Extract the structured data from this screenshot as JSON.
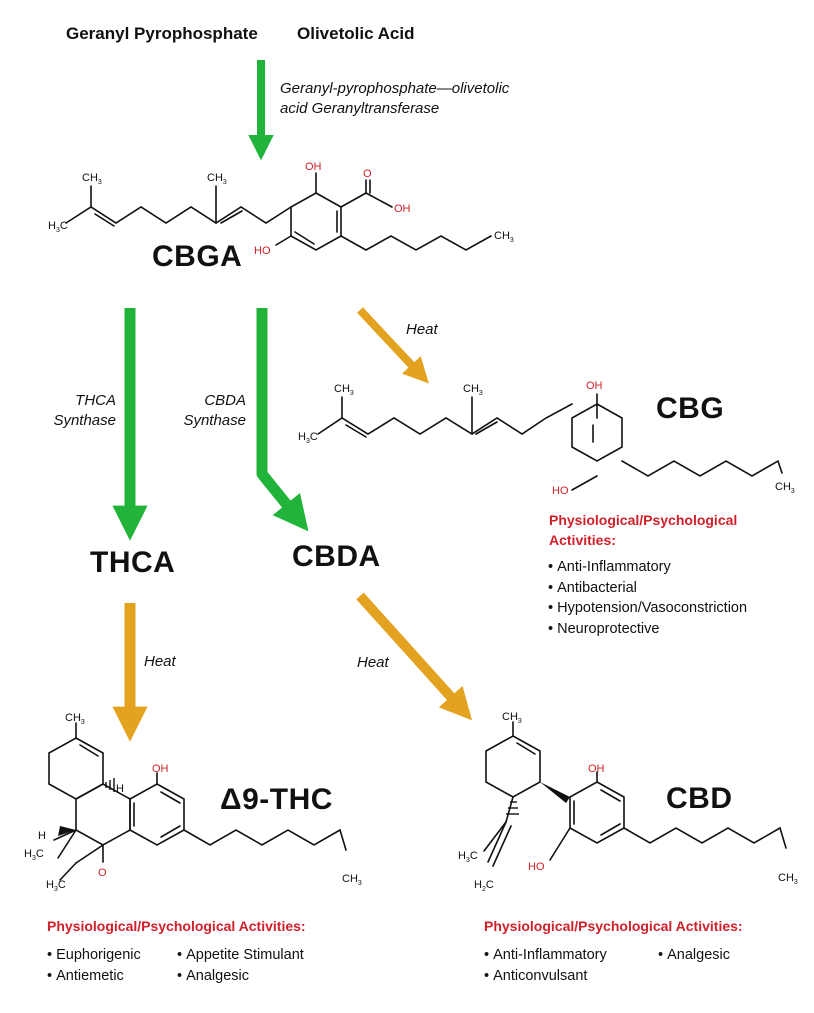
{
  "precursors": {
    "geranyl": "Geranyl Pyrophosphate",
    "olivetolic": "Olivetolic Acid"
  },
  "enzymes": {
    "gpp_ot": [
      "Geranyl-pyrophosphate—olivetolic",
      "acid Geranyltransferase"
    ],
    "thca": [
      "THCA",
      "Synthase"
    ],
    "cbda": [
      "CBDA",
      "Synthase"
    ]
  },
  "compounds": {
    "cbga": "CBGA",
    "cbg": "CBG",
    "thca": "THCA",
    "cbda": "CBDA",
    "thc": "Δ9-THC",
    "cbd": "CBD"
  },
  "heat_label": "Heat",
  "atoms": {
    "ch3": "CH",
    "sub3": "3",
    "oh": "OH",
    "ho": "HO",
    "o": "O",
    "h": "H",
    "h3c": "H",
    "h2c": "H",
    "sub2": "2",
    "c": "C"
  },
  "activities_heading": "Physiological/Psychological Activities:",
  "cbg_activities_heading": [
    "Physiological/Psychological",
    "Activities:"
  ],
  "cbg_activities": [
    "Anti-Inflammatory",
    "Antibacterial",
    "Hypotension/Vasoconstriction",
    "Neuroprotective"
  ],
  "thc_activities": [
    "Euphorigenic",
    "Antiemetic",
    "Appetite Stimulant",
    "Analgesic"
  ],
  "cbd_activities": [
    "Anti-Inflammatory",
    "Anticonvulsant",
    "Analgesic"
  ],
  "colors": {
    "enzyme_arrow": "#22b33a",
    "heat_arrow": "#e3a21f",
    "heteroatom": "#d0202a",
    "heading": "#d0202a"
  }
}
